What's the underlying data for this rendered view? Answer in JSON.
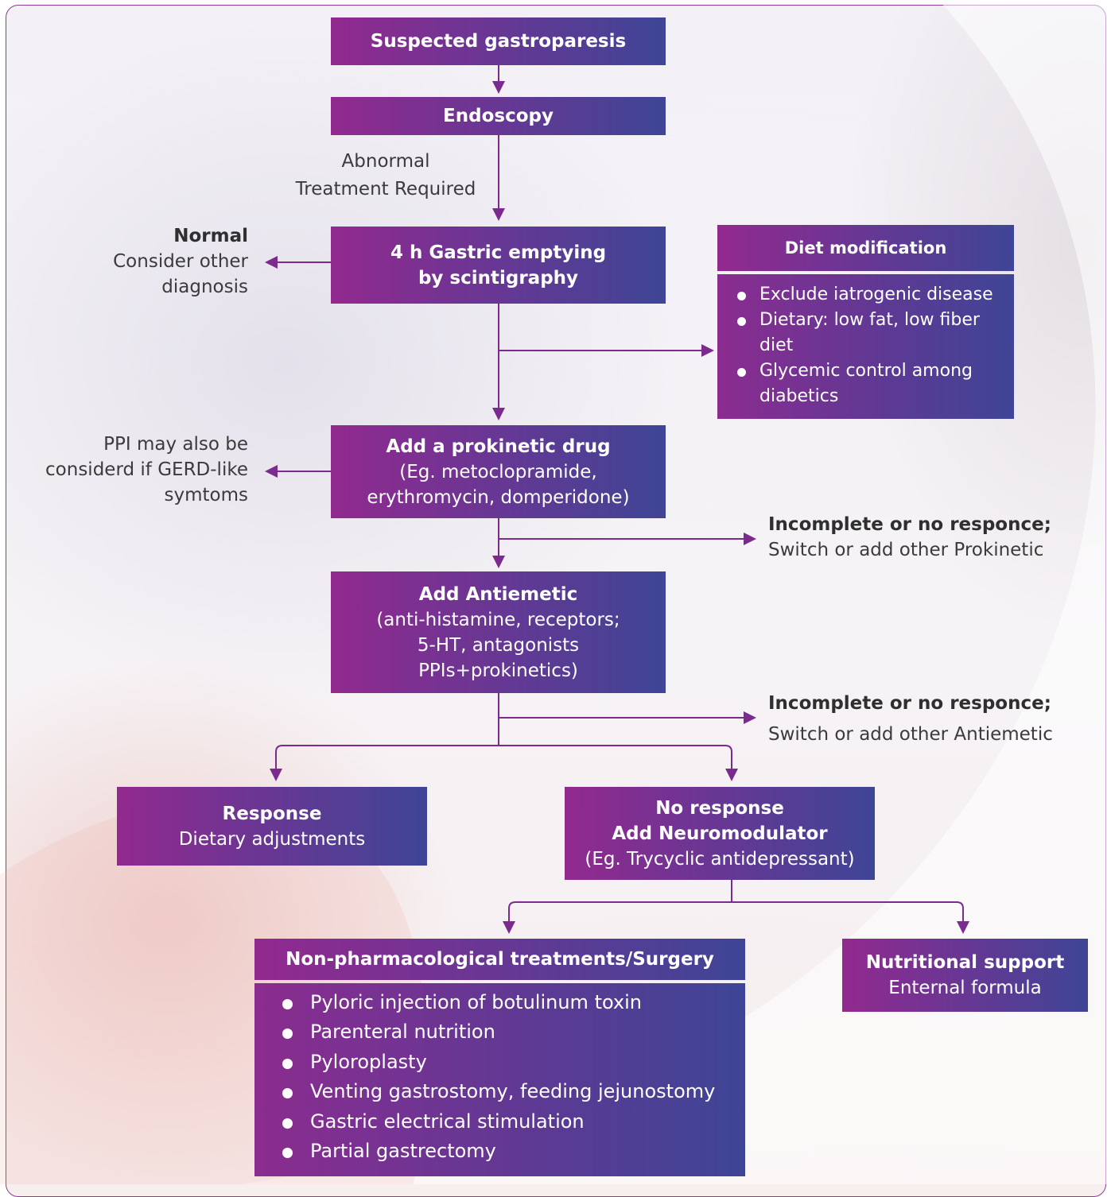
{
  "nodes": {
    "suspected": "Suspected gastroparesis",
    "endoscopy": "Endoscopy",
    "abnormal_line1": "Abnormal",
    "abnormal_line2": "Treatment Required",
    "gastric_line1": "4 h Gastric emptying",
    "gastric_line2": "by scintigraphy",
    "normal_title": "Normal",
    "normal_line1": "Consider other",
    "normal_line2": "diagnosis",
    "diet_title": "Diet modification",
    "diet_items": [
      "Exclude iatrogenic disease",
      "Dietary: low fat, low fiber diet",
      "Glycemic control among diabetics"
    ],
    "prokinetic_title": "Add a prokinetic drug",
    "prokinetic_line1": "(Eg. metoclopramide,",
    "prokinetic_line2": "erythromycin, domperidone)",
    "ppi_line1": "PPI may also be",
    "ppi_line2": "considerd if GERD-like",
    "ppi_line3": "symtoms",
    "incomplete1_title": "Incomplete or no responce;",
    "incomplete1_text": "Switch or add other Prokinetic",
    "antiemetic_title": "Add Antiemetic",
    "antiemetic_line1": "(anti-histamine, receptors;",
    "antiemetic_line2": "5-HT, antagonists",
    "antiemetic_line3": "PPIs+prokinetics)",
    "incomplete2_title": "Incomplete or no responce;",
    "incomplete2_text": "Switch or add other Antiemetic",
    "response_title": "Response",
    "response_text": "Dietary adjustments",
    "noresponse_title1": "No response",
    "noresponse_title2": "Add Neuromodulator",
    "noresponse_text": "(Eg. Trycyclic antidepressant)",
    "nonpharm_title": "Non-pharmacological treatments/Surgery",
    "nonpharm_items": [
      "Pyloric injection of botulinum toxin",
      "Parenteral nutrition",
      "Pyloroplasty",
      "Venting gastrostomy, feeding jejunostomy",
      "Gastric electrical stimulation",
      "Partial gastrectomy"
    ],
    "nutrition_title": "Nutritional support",
    "nutrition_text": "Enternal formula"
  },
  "colors": {
    "box_start": "#92298f",
    "box_end": "#3f4596",
    "arrow": "#7b2a8e",
    "frame": "#8e3a9a"
  }
}
